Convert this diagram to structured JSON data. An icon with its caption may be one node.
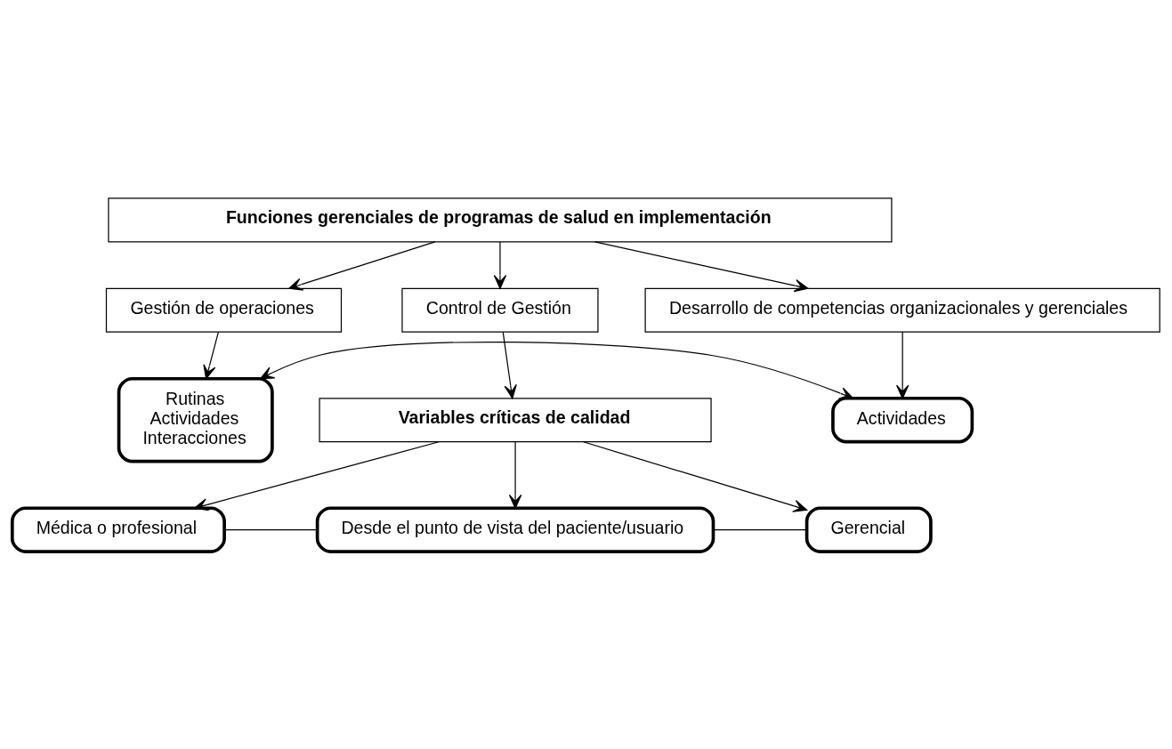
{
  "diagram": {
    "nodes": [
      {
        "text": [
          "Funciones gerenciales de programas de salud en implementación"
        ]
      },
      {
        "text": [
          "Gestión de operaciones"
        ]
      },
      {
        "text": [
          "Control de Gestión"
        ]
      },
      {
        "text": [
          "Desarrollo de competencias organizacionales y gerenciales"
        ]
      },
      {
        "text": [
          "Rutinas",
          "Actividades",
          "Interacciones"
        ]
      },
      {
        "text": [
          "Actividades"
        ]
      },
      {
        "text": [
          "Variables críticas de calidad"
        ]
      },
      {
        "text": [
          "Médica o profesional"
        ]
      },
      {
        "text": [
          "Desde el punto de vista del paciente/usuario"
        ]
      },
      {
        "text": [
          "Gerencial"
        ]
      }
    ],
    "edges": [
      {
        "from": 0,
        "to": 1,
        "arrow": "to"
      },
      {
        "from": 0,
        "to": 2,
        "arrow": "to"
      },
      {
        "from": 0,
        "to": 3,
        "arrow": "to"
      },
      {
        "from": 1,
        "to": 4,
        "arrow": "to"
      },
      {
        "from": 3,
        "to": 5,
        "arrow": "to"
      },
      {
        "from": 2,
        "to": 6,
        "arrow": "to"
      },
      {
        "from": 4,
        "to": 5,
        "arrow": "both"
      },
      {
        "from": 6,
        "to": 7,
        "arrow": "to"
      },
      {
        "from": 6,
        "to": 8,
        "arrow": "to"
      },
      {
        "from": 6,
        "to": 9,
        "arrow": "to"
      },
      {
        "from": 7,
        "to": 8,
        "arrow": "none"
      },
      {
        "from": 8,
        "to": 9,
        "arrow": "none"
      }
    ]
  }
}
